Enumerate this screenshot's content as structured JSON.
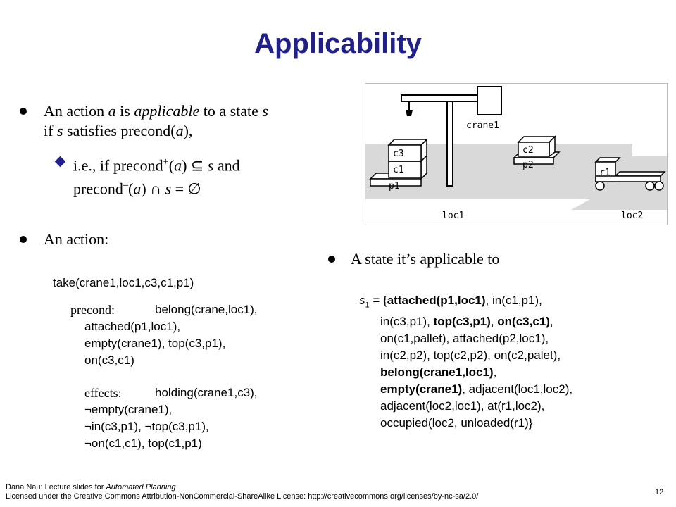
{
  "title": "Applicability",
  "left": {
    "bullet1": {
      "line1_pre": "An action ",
      "line1_a": "a",
      "line1_mid": " is ",
      "line1_applicable": "applicable",
      "line1_post": " to a state ",
      "line1_s": "s",
      "line2_pre": "if ",
      "line2_s": "s",
      "line2_post": " satisfies precond(",
      "line2_a": "a",
      "line2_end": "),"
    },
    "sub1": {
      "line1_pre": "i.e., if  precond",
      "line1_sup": "+",
      "line1_open": "(",
      "line1_a": "a",
      "line1_close": ")",
      "line1_op": " ⊆ ",
      "line1_s": "s",
      "line1_and": "  and",
      "line2_pre": "precond",
      "line2_sup": "–",
      "line2_open": "(",
      "line2_a": "a",
      "line2_close": ")",
      "line2_op": " ∩ ",
      "line2_s": "s",
      "line2_eq": " = ∅"
    },
    "bullet2": "An action:",
    "action_name": "take(crane1,loc1,c3,c1,p1)",
    "precond_label": "precond",
    "precond_colon": ":",
    "precond_lines": [
      "belong(crane,loc1),",
      "attached(p1,loc1),",
      "empty(crane1), top(c3,p1),",
      "on(c3,c1)"
    ],
    "effects_label": "effects",
    "effects_colon": ":",
    "effects_lines": [
      "holding(crane1,c3),",
      "¬empty(crane1),",
      "¬in(c3,p1), ¬top(c3,p1),",
      "¬on(c1,c1), top(c1,p1)"
    ]
  },
  "right": {
    "bullet": "A state it’s applicable to",
    "state_s": "s",
    "state_sub": "1",
    "state_eq": " = {",
    "lines": [
      [
        {
          "t": "attached(p1,loc1)",
          "b": true
        },
        {
          "t": ", in(c1,p1),",
          "b": false
        }
      ],
      [
        {
          "t": "in(c3,p1), ",
          "b": false
        },
        {
          "t": "top(c3,p1)",
          "b": true
        },
        {
          "t": ", ",
          "b": false
        },
        {
          "t": "on(c3,c1)",
          "b": true
        },
        {
          "t": ",",
          "b": false
        }
      ],
      [
        {
          "t": "on(c1,pallet), attached(p2,loc1),",
          "b": false
        }
      ],
      [
        {
          "t": "in(c2,p2), top(c2,p2), on(c2,palet),",
          "b": false
        }
      ],
      [
        {
          "t": "belong(crane1,loc1)",
          "b": true
        },
        {
          "t": ",",
          "b": false
        }
      ],
      [
        {
          "t": "empty(crane1)",
          "b": true
        },
        {
          "t": ", adjacent(loc1,loc2),",
          "b": false
        }
      ],
      [
        {
          "t": "adjacent(loc2,loc1), at(r1,loc2),",
          "b": false
        }
      ],
      [
        {
          "t": "occupied(loc2, unloaded(r1)}",
          "b": false
        }
      ]
    ]
  },
  "diagram": {
    "labels": {
      "crane": "crane1",
      "c3": "c3",
      "c1": "c1",
      "p1": "p1",
      "c2": "c2",
      "p2": "p2",
      "r1": "r1",
      "loc1": "loc1",
      "loc2": "loc2"
    }
  },
  "footer": {
    "line1_pre": "Dana Nau:  Lecture slides for ",
    "line1_italic": "Automated Planning",
    "line2": "Licensed under the Creative Commons Attribution-NonCommercial-ShareAlike  License: http://creativecommons.org/licenses/by-nc-sa/2.0/",
    "page_number": "12"
  },
  "colors": {
    "title": "#1f1f8f",
    "bullet_sub": "#1f1f8f",
    "ground": "#d9d9d9"
  }
}
